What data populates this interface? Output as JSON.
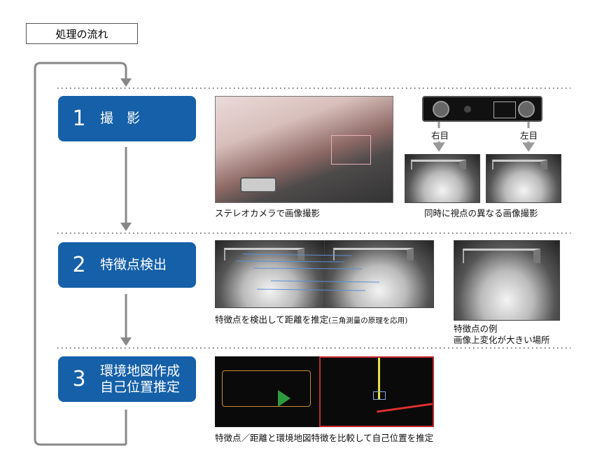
{
  "title": "処理の流れ",
  "steps": [
    {
      "number": "1",
      "label": "撮　影"
    },
    {
      "number": "2",
      "label": "特徴点検出"
    },
    {
      "number": "3",
      "label_line1": "環境地図作成",
      "label_line2": "自己位置推定"
    }
  ],
  "step1": {
    "render_caption": "ステレオカメラで画像撮影",
    "right_eye": "右目",
    "left_eye": "左目",
    "pair_caption": "同時に視点の異なる画像撮影"
  },
  "step2": {
    "caption_main": "特徴点を検出して距離を推定",
    "caption_note": "(三角測量の原理を応用)",
    "example_line1": "特徴点の例",
    "example_line2": "画像上変化が大きい場所"
  },
  "step3": {
    "caption": "特徴点／距離と環境地図特徴を比較して自己位置を推定"
  },
  "colors": {
    "step_box": "#1560a8",
    "flow_line": "#888888",
    "map_border": "#c0282d"
  }
}
